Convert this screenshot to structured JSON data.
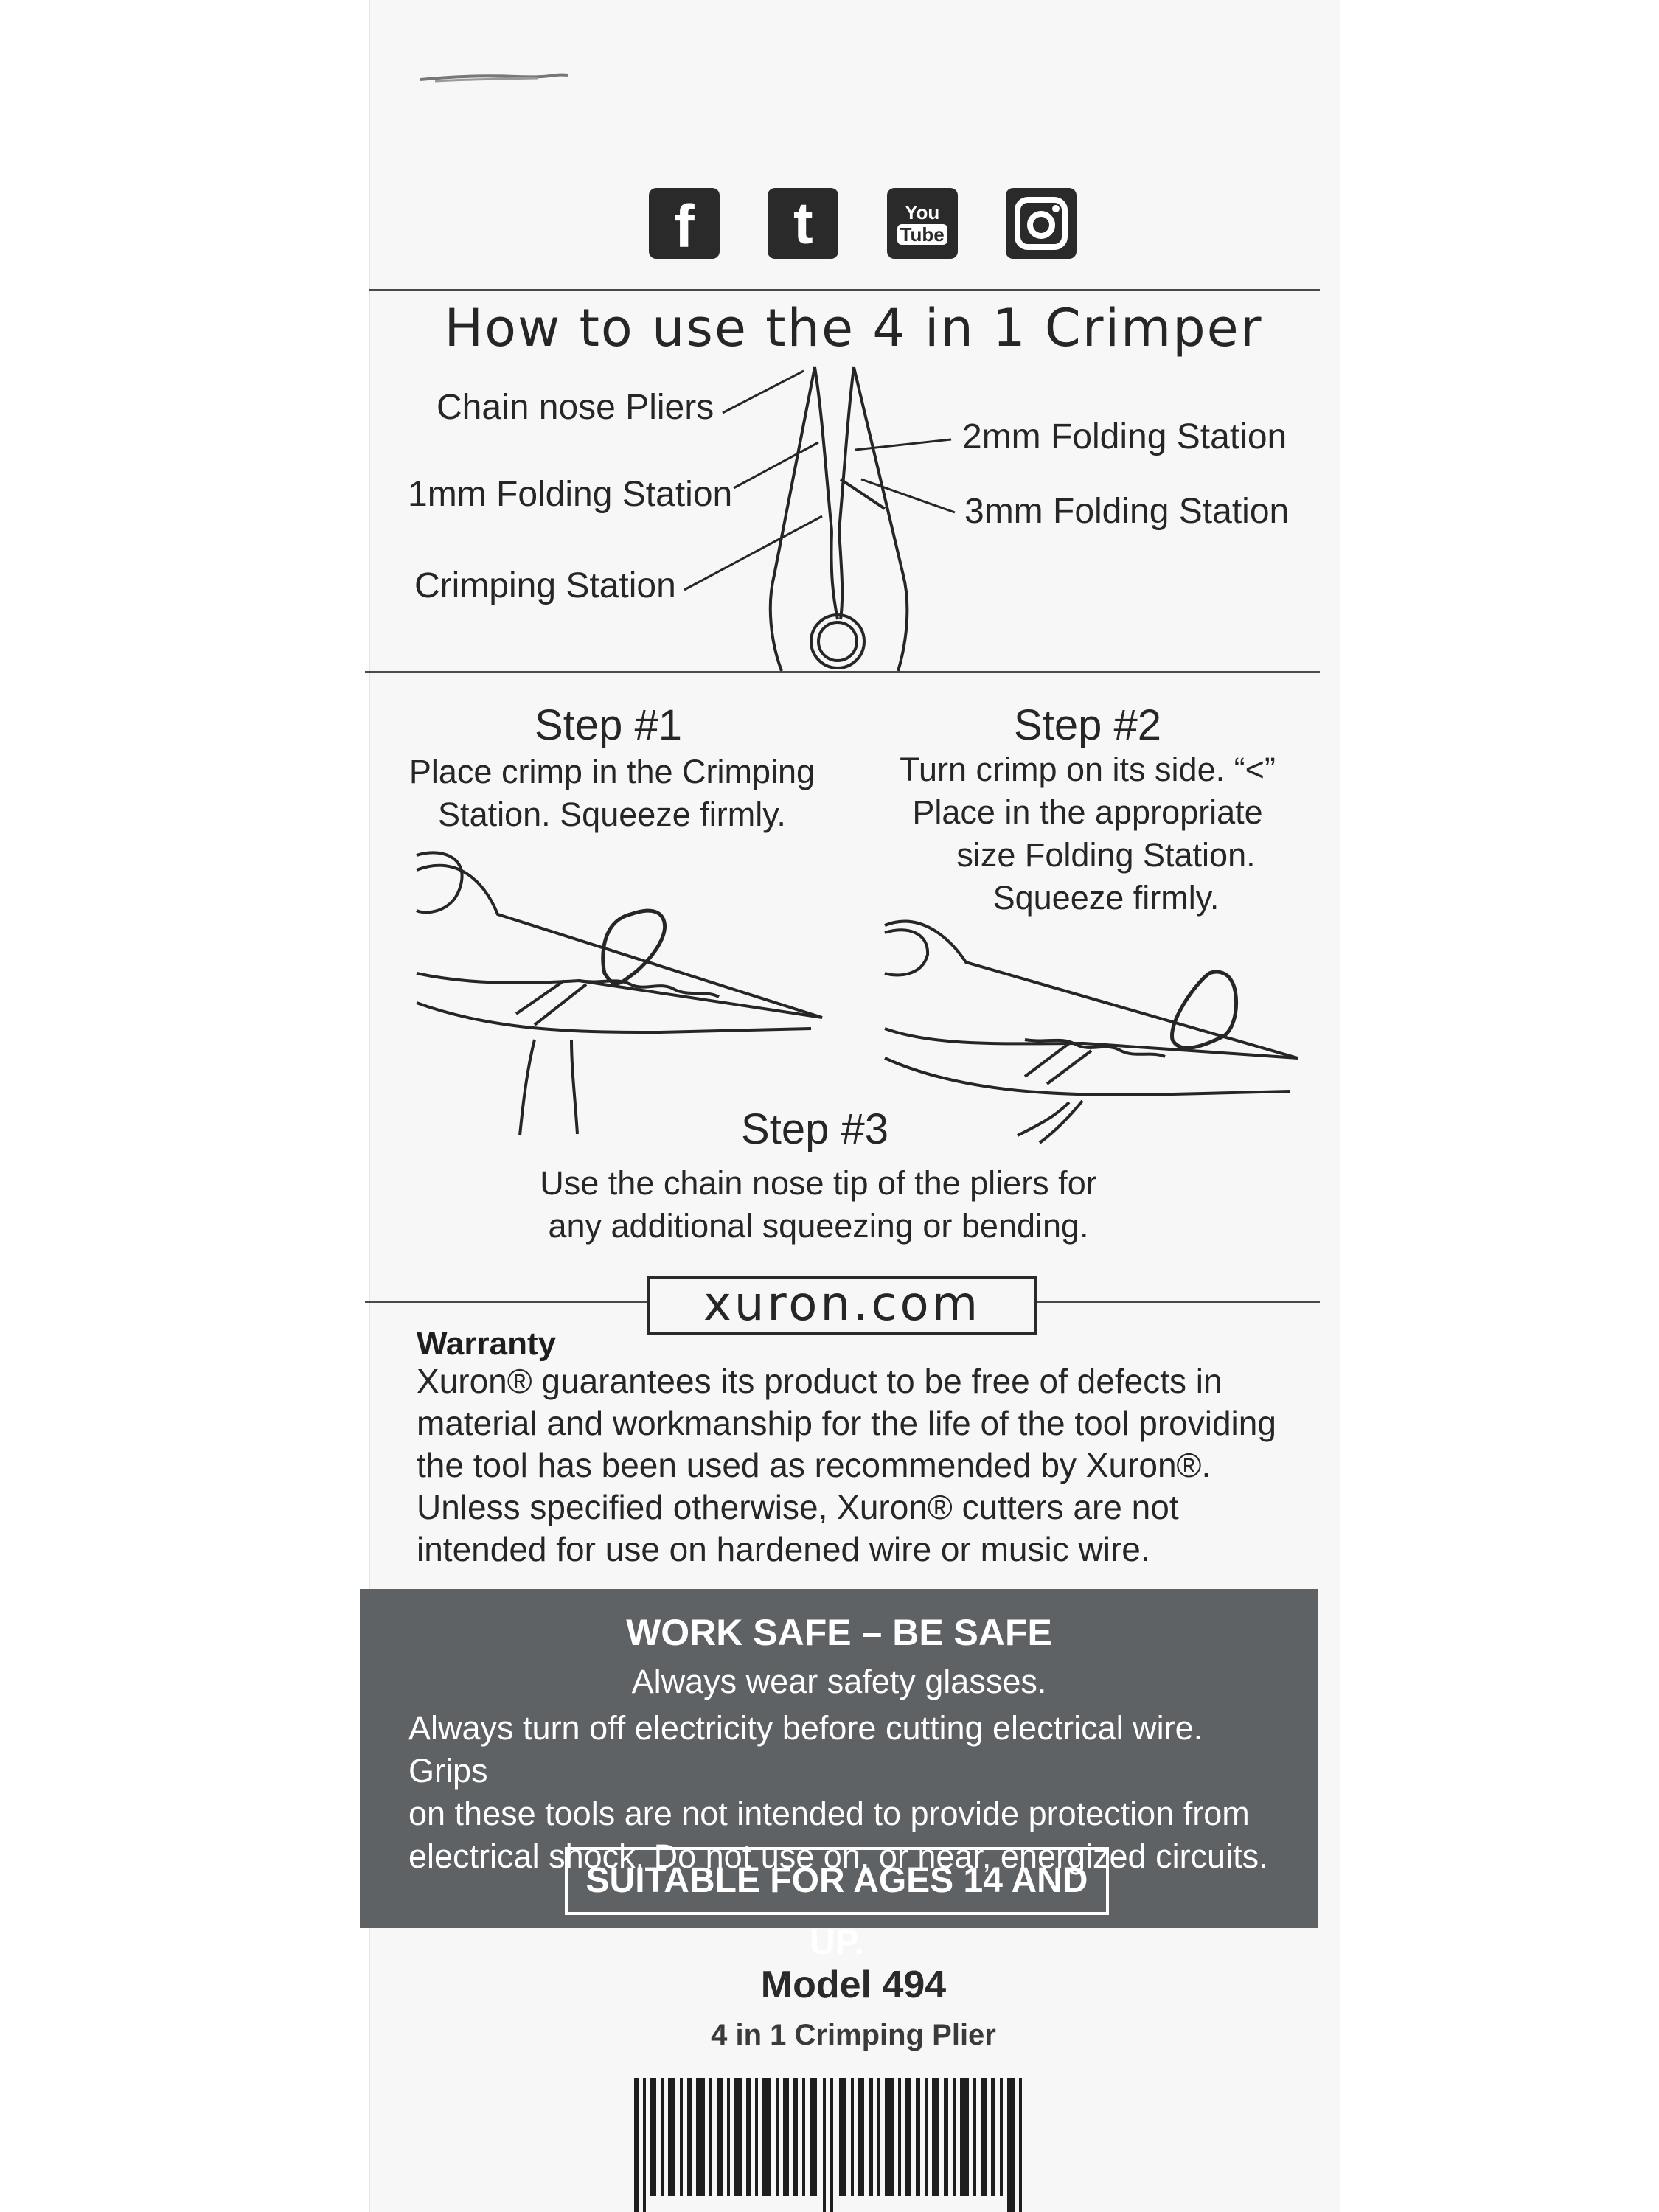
{
  "social": {
    "facebook_glyph": "f",
    "twitter_glyph": "t",
    "youtube_top": "You",
    "youtube_bottom": "Tube"
  },
  "title": "How to use the 4 in 1 Crimper",
  "diagram_labels": {
    "chain_nose": "Chain nose Pliers",
    "folding_1mm": "1mm Folding Station",
    "crimping": "Crimping Station",
    "folding_2mm": "2mm Folding Station",
    "folding_3mm": "3mm Folding Station"
  },
  "steps": [
    {
      "heading": "Step #1",
      "line1": "Place crimp in the Crimping",
      "line2": "Station. Squeeze firmly."
    },
    {
      "heading": "Step #2",
      "line1": "Turn crimp on its side. “<”",
      "line2": "Place in the appropriate",
      "line3": "size Folding Station.",
      "line4": "Squeeze firmly."
    },
    {
      "heading": "Step #3",
      "line1": "Use the chain nose tip of the pliers for",
      "line2": "any additional squeezing or bending."
    }
  ],
  "website": "xuron.com",
  "warranty": {
    "heading": "Warranty",
    "lines": [
      "Xuron® guarantees its product to be free of defects in",
      "material and workmanship for the life of the tool providing",
      "the tool has been used as recommended by Xuron®.",
      "Unless specified otherwise, Xuron® cutters are not",
      "intended for use on hardened wire or music wire."
    ]
  },
  "safety": {
    "heading": "WORK SAFE – BE SAFE",
    "subheading": "Always wear safety glasses.",
    "lines": [
      "Always turn off electricity before cutting electrical wire. Grips",
      "on these tools are not intended to provide protection from",
      "electrical shock. Do not use on, or near, energized circuits."
    ],
    "age": "SUITABLE FOR AGES 14 AND UP."
  },
  "model": "Model 494",
  "product_name": "4 in 1 Crimping Plier",
  "colors": {
    "ink": "#262626",
    "safety_panel": "#5f6264",
    "card": "#f7f7f7"
  }
}
